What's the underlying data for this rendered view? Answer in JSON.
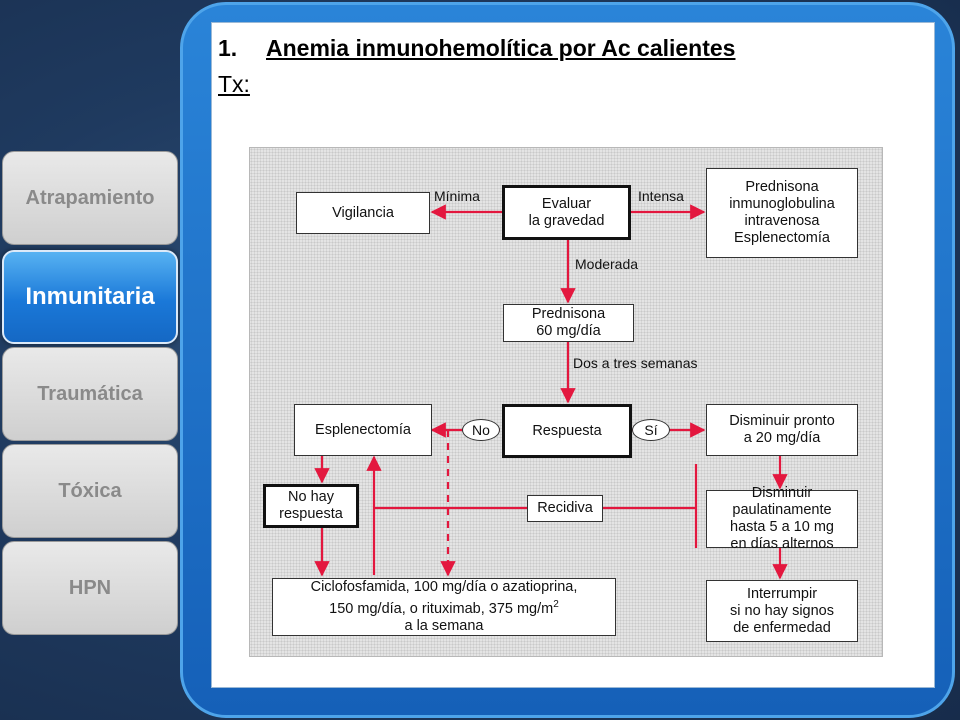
{
  "nav": {
    "tabs": [
      {
        "label": "Atrapamiento",
        "active": false
      },
      {
        "label": "Inmunitaria",
        "active": true
      },
      {
        "label": "Traumática",
        "active": false
      },
      {
        "label": "Tóxica",
        "active": false
      },
      {
        "label": "HPN",
        "active": false
      }
    ]
  },
  "slide": {
    "number": "1.",
    "title": "Anemia inmunohemolítica por Ac calientes",
    "subtitle": "Tx:"
  },
  "diagram": {
    "nodes": {
      "vigilancia": "Vigilancia",
      "evaluar": "Evaluar\nla gravedad",
      "prednisona_ig": "Prednisona\ninmunoglobulina\nintravenosa\nEsplenectomía",
      "prednisona60": "Prednisona\n60 mg/día",
      "esplenectomia": "Esplenectomía",
      "respuesta": "Respuesta",
      "disminuir_pronto": "Disminuir pronto\na 20 mg/día",
      "no_hay": "No hay\nrespuesta",
      "recidiva": "Recidiva",
      "disminuir_paulatin": "Disminuir\npaulatinamente\nhasta 5 a 10 mg\nen días alternos",
      "ciclofosfamida_1": "Ciclofosfamida, 100 mg/día o azatioprina,",
      "ciclofosfamida_2": "150 mg/día, o rituximab, 375 mg/m",
      "ciclofosfamida_sup": "2",
      "ciclofosfamida_3": "a la semana",
      "interrumpir": "Interrumpir\nsi no hay signos\nde enfermedad"
    },
    "labels": {
      "minima": "Mínima",
      "intensa": "Intensa",
      "moderada": "Moderada",
      "dos_tres": "Dos a tres semanas",
      "no": "No",
      "si": "Sí"
    },
    "arrow_color": "#e3173e"
  }
}
